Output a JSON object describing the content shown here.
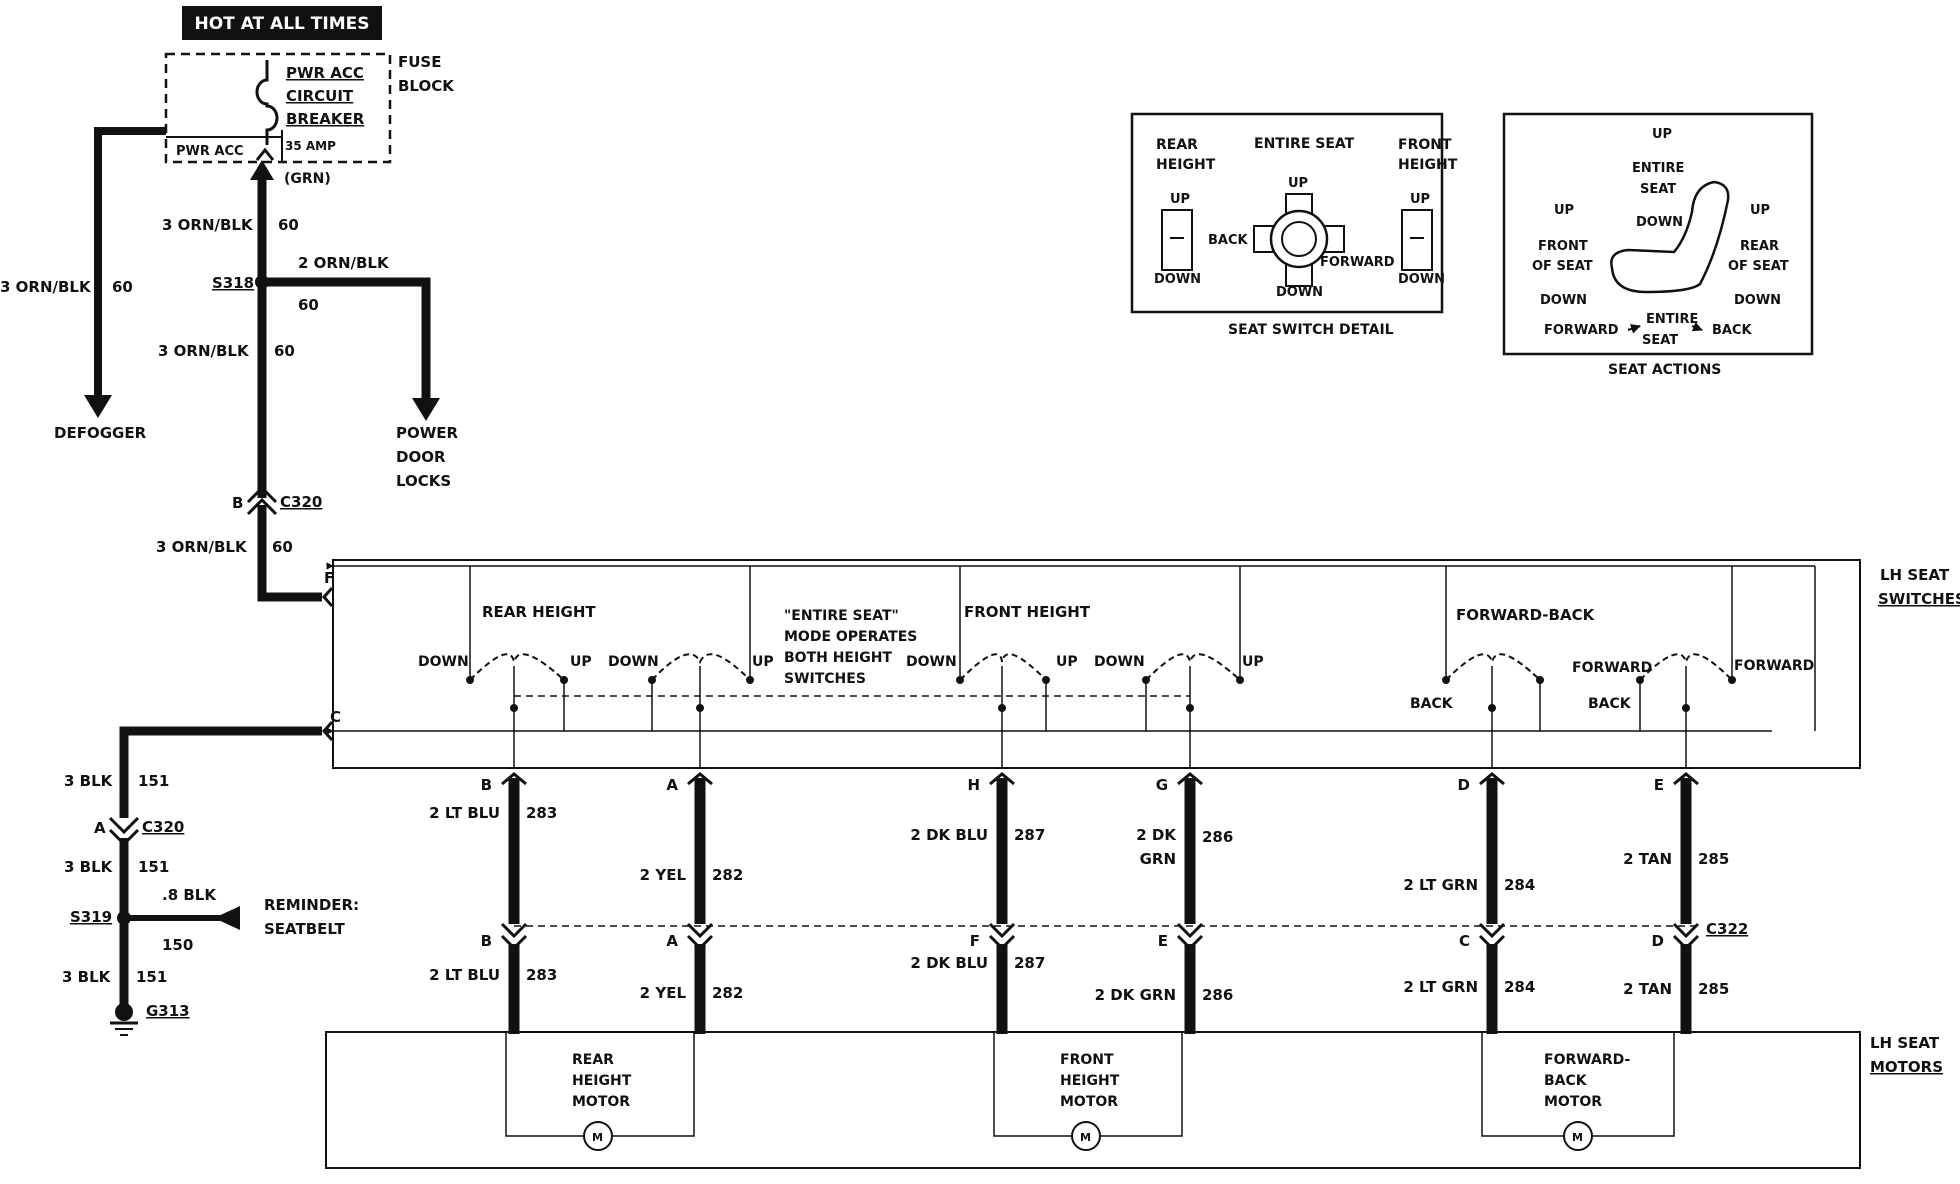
{
  "header": {
    "hot_at_all_times": "HOT AT ALL TIMES"
  },
  "fuse_block": {
    "title_1": "FUSE",
    "title_2": "BLOCK",
    "breaker_1": "PWR ACC",
    "breaker_2": "CIRCUIT",
    "breaker_3": "BREAKER",
    "terminal": "PWR ACC",
    "rating": "35 AMP",
    "terminal_color": "(GRN)"
  },
  "wires": {
    "w1_size": "3 ORN/BLK",
    "w1_num": "60",
    "w2_size": "3 ORN/BLK",
    "w2_num": "60",
    "w3_size": "2 ORN/BLK",
    "w3_num": "60",
    "w4_size": "3 ORN/BLK",
    "w4_num": "60",
    "w5_size": "3 ORN/BLK",
    "w5_num": "60",
    "g1_size": "3 BLK",
    "g1_num": "151",
    "g2_size": "3 BLK",
    "g2_num": "151",
    "g3_size": "3 BLK",
    "g3_num": "151",
    "r_size": ".8 BLK",
    "r_num": "150"
  },
  "connectors": {
    "s318": "S318",
    "s319": "S319",
    "c320_top": "C320",
    "c320_top_pin": "B",
    "c320_bot": "C320",
    "c320_bot_pin": "A",
    "g313": "G313",
    "c322": "C322",
    "pin_f": "F",
    "pin_c": "C"
  },
  "loads": {
    "defogger": "DEFOGGER",
    "pdl_1": "POWER",
    "pdl_2": "DOOR",
    "pdl_3": "LOCKS",
    "rem_1": "REMINDER:",
    "rem_2": "SEATBELT"
  },
  "switches": {
    "title_1": "LH SEAT",
    "title_2": "SWITCHES",
    "rear_height": "REAR HEIGHT",
    "front_height": "FRONT HEIGHT",
    "forward_back": "FORWARD-BACK",
    "mode_1": "\"ENTIRE SEAT\"",
    "mode_2": "MODE OPERATES",
    "mode_3": "BOTH HEIGHT",
    "mode_4": "SWITCHES",
    "down": "DOWN",
    "up": "UP",
    "back": "BACK",
    "forward": "FORWARD"
  },
  "harness": {
    "top_pins": [
      "B",
      "A",
      "H",
      "G",
      "D",
      "E"
    ],
    "bottom_pins": [
      "B",
      "A",
      "F",
      "E",
      "C",
      "D"
    ],
    "upper_wires": [
      {
        "size": "2 LT BLU",
        "num": "283"
      },
      {
        "size": "2 YEL",
        "num": "282"
      },
      {
        "size": "2 DK BLU",
        "num": "287"
      },
      {
        "size": "2 DK",
        "size2": "GRN",
        "num": "286"
      },
      {
        "size": "2 LT GRN",
        "num": "284"
      },
      {
        "size": "2 TAN",
        "num": "285"
      }
    ],
    "lower_wires": [
      {
        "size": "2 LT BLU",
        "num": "283"
      },
      {
        "size": "2 YEL",
        "num": "282"
      },
      {
        "size": "2 DK BLU",
        "num": "287"
      },
      {
        "size": "2 DK GRN",
        "num": "286"
      },
      {
        "size": "2 LT GRN",
        "num": "284"
      },
      {
        "size": "2 TAN",
        "num": "285"
      }
    ]
  },
  "motors": {
    "title_1": "LH SEAT",
    "title_2": "MOTORS",
    "rear_1": "REAR",
    "rear_2": "HEIGHT",
    "rear_3": "MOTOR",
    "front_1": "FRONT",
    "front_2": "HEIGHT",
    "front_3": "MOTOR",
    "fb_1": "FORWARD-",
    "fb_2": "BACK",
    "fb_3": "MOTOR",
    "m": "M"
  },
  "seat_switch_detail": {
    "rear_1": "REAR",
    "rear_2": "HEIGHT",
    "entire": "ENTIRE SEAT",
    "front_1": "FRONT",
    "front_2": "HEIGHT",
    "up": "UP",
    "down": "DOWN",
    "back": "BACK",
    "forward": "FORWARD",
    "caption": "SEAT SWITCH DETAIL"
  },
  "seat_actions": {
    "up": "UP",
    "down": "DOWN",
    "entire": "ENTIRE",
    "seat": "SEAT",
    "front": "FRONT",
    "rear": "REAR",
    "of_seat": "OF SEAT",
    "forward": "FORWARD",
    "back": "BACK",
    "caption": "SEAT ACTIONS"
  }
}
